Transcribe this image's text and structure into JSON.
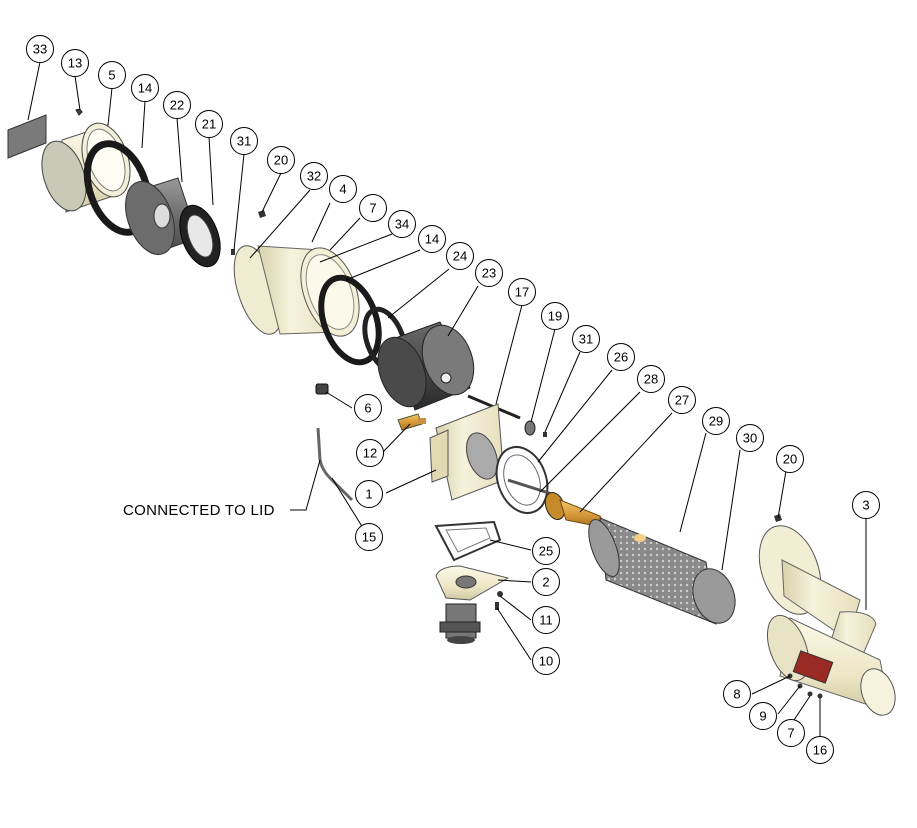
{
  "note": "CONNECTED TO LID",
  "callouts": [
    {
      "part": "33",
      "label": "33"
    },
    {
      "part": "13",
      "label": "13"
    },
    {
      "part": "5",
      "label": "5"
    },
    {
      "part": "14a",
      "label": "14"
    },
    {
      "part": "22",
      "label": "22"
    },
    {
      "part": "21",
      "label": "21"
    },
    {
      "part": "31a",
      "label": "31"
    },
    {
      "part": "20a",
      "label": "20"
    },
    {
      "part": "32",
      "label": "32"
    },
    {
      "part": "4",
      "label": "4"
    },
    {
      "part": "7a",
      "label": "7"
    },
    {
      "part": "34",
      "label": "34"
    },
    {
      "part": "14b",
      "label": "14"
    },
    {
      "part": "24",
      "label": "24"
    },
    {
      "part": "23",
      "label": "23"
    },
    {
      "part": "17",
      "label": "17"
    },
    {
      "part": "19",
      "label": "19"
    },
    {
      "part": "31b",
      "label": "31"
    },
    {
      "part": "26",
      "label": "26"
    },
    {
      "part": "28",
      "label": "28"
    },
    {
      "part": "27",
      "label": "27"
    },
    {
      "part": "29",
      "label": "29"
    },
    {
      "part": "30",
      "label": "30"
    },
    {
      "part": "20b",
      "label": "20"
    },
    {
      "part": "3",
      "label": "3"
    },
    {
      "part": "6",
      "label": "6"
    },
    {
      "part": "12",
      "label": "12"
    },
    {
      "part": "1",
      "label": "1"
    },
    {
      "part": "15",
      "label": "15"
    },
    {
      "part": "25",
      "label": "25"
    },
    {
      "part": "2",
      "label": "2"
    },
    {
      "part": "11",
      "label": "11"
    },
    {
      "part": "10",
      "label": "10"
    },
    {
      "part": "8",
      "label": "8"
    },
    {
      "part": "9",
      "label": "9"
    },
    {
      "part": "7b",
      "label": "7"
    },
    {
      "part": "16",
      "label": "16"
    }
  ]
}
